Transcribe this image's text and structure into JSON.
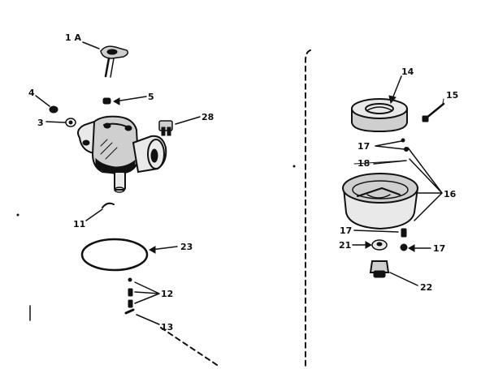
{
  "part_labels": {
    "l1a": "1 A",
    "l3": "3",
    "l4": "4",
    "l5": "5",
    "l11": "11",
    "l12": "12",
    "l13": "13",
    "l14": "14",
    "l15": "15",
    "l16": "16",
    "l17a": "17",
    "l17b": "17",
    "l17c": "17",
    "l18": "18",
    "l21": "21",
    "l22": "22",
    "l23": "23",
    "l28": "28"
  },
  "colors": {
    "ink": "#111111",
    "paper": "#ffffff"
  }
}
